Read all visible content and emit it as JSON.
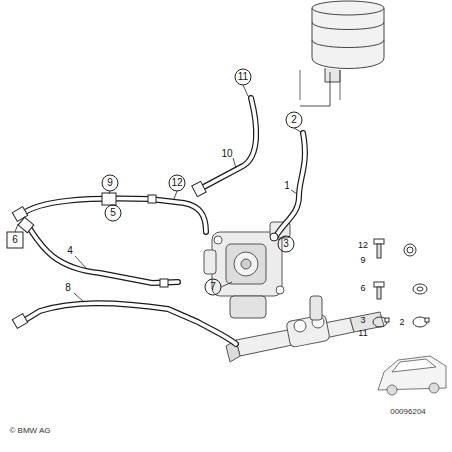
{
  "diagram": {
    "labels": [
      "11",
      "2",
      "1",
      "10",
      "3",
      "9",
      "12",
      "5",
      "6",
      "4",
      "7",
      "8",
      "12",
      "9",
      "6",
      "2",
      "3",
      "11",
      "© BMW AG",
      "00096204"
    ]
  }
}
